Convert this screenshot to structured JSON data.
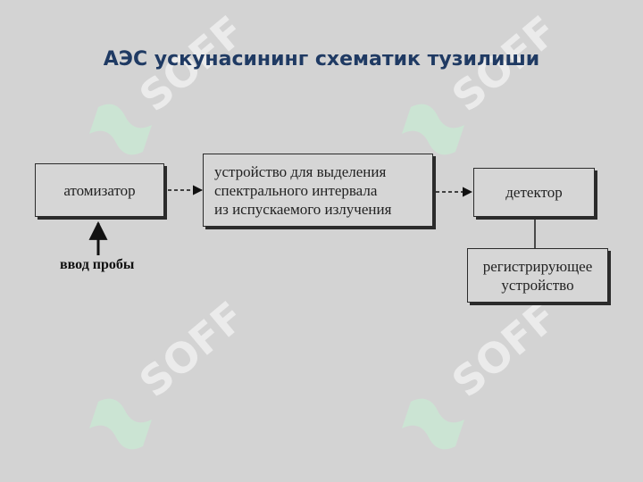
{
  "title": "АЭС ускунасининг схематик тузилиши",
  "diagram": {
    "nodes": {
      "atomizer": "атомизатор",
      "spectral_device": [
        "устройство для выделения",
        "спектрального интервала",
        "из испускаемого излучения"
      ],
      "detector": "детектор",
      "recorder": [
        "регистрирующее",
        "устройство"
      ]
    },
    "input_label": "ввод пробы"
  },
  "watermark": {
    "logo": "SOFF",
    "color": "#ffffff",
    "accent": "#b8f0c8"
  }
}
